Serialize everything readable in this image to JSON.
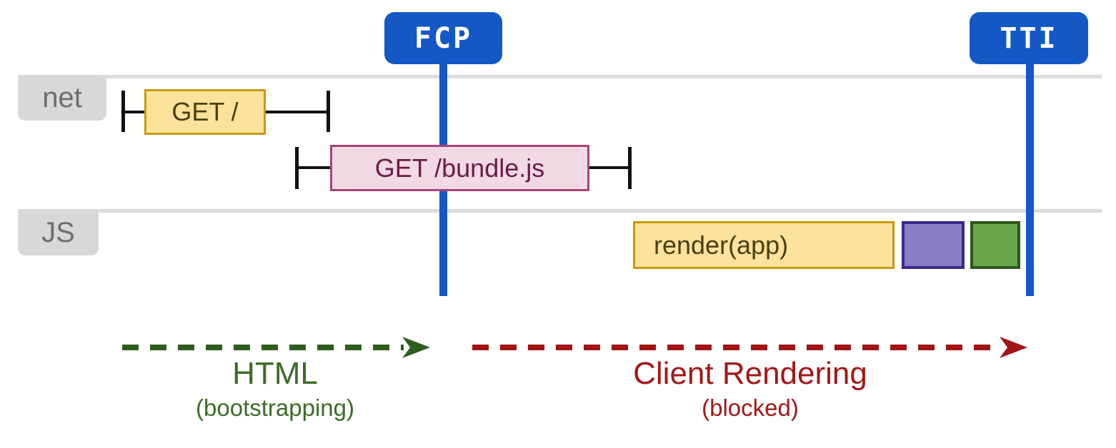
{
  "markers": [
    {
      "id": "fcp",
      "label": "FCP"
    },
    {
      "id": "tti",
      "label": "TTI"
    }
  ],
  "lanes": [
    {
      "id": "net",
      "label": "net"
    },
    {
      "id": "js",
      "label": "JS"
    }
  ],
  "tasks": {
    "get_root": {
      "label": "GET /",
      "lane": "net",
      "color": "#fce29a"
    },
    "get_bundle": {
      "label": "GET /bundle.js",
      "lane": "net",
      "color": "#f2d9e4"
    },
    "render_app": {
      "label": "render(app)",
      "lane": "js",
      "color": "#fce29a"
    },
    "purple_task": {
      "label": "",
      "lane": "js",
      "color": "#8a7cc5"
    },
    "green_task": {
      "label": "",
      "lane": "js",
      "color": "#69a54b"
    }
  },
  "phases": {
    "html": {
      "title": "HTML",
      "subtitle": "(bootstrapping)",
      "color": "#3d6b28"
    },
    "client_rendering": {
      "title": "Client Rendering",
      "subtitle": "(blocked)",
      "color": "#a11818"
    }
  },
  "colors": {
    "marker_blue": "#1458c6",
    "lane_gray": "#dcdcdc",
    "label_gray": "#d8d8d8",
    "label_text": "#6e6e6e",
    "yellow_fill": "#fce29a",
    "yellow_border": "#c89a0e",
    "pink_fill": "#f2d9e4",
    "pink_border": "#a54673",
    "purple_fill": "#8a7cc5",
    "purple_border": "#38298c",
    "green_fill": "#69a54b",
    "green_border": "#2c591a",
    "arrow_green": "#2e5e1c",
    "arrow_red": "#a11414",
    "whisker_black": "#111111"
  }
}
